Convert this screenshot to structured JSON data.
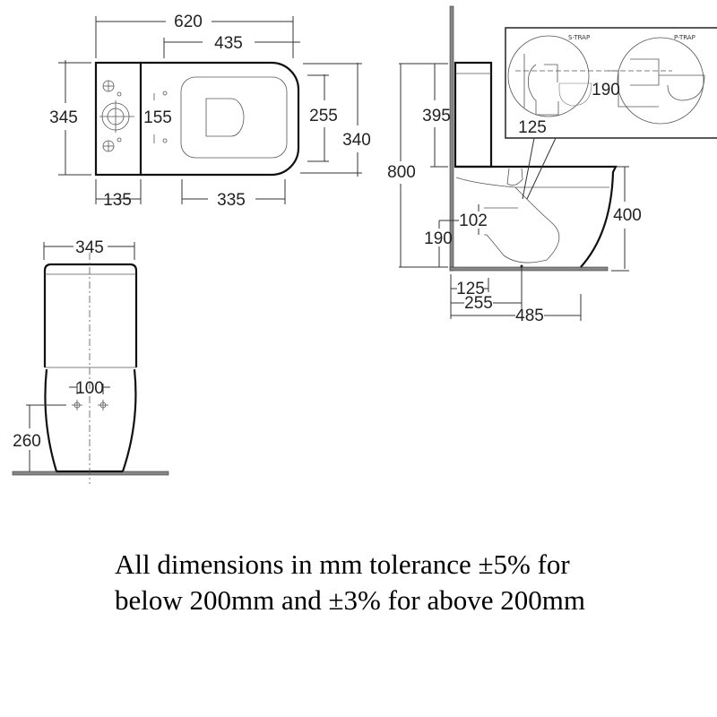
{
  "top_view": {
    "overall_length": "620",
    "bowl_length": "435",
    "tank_depth": "345",
    "fixing_spacing": "155",
    "seat_width": "255",
    "bowl_width": "340",
    "tank_length": "135",
    "seat_length": "335"
  },
  "side_view": {
    "tank_height": "395",
    "overall_height": "800",
    "bowl_height": "400",
    "outlet_offset": "102",
    "outlet_height": "190",
    "wall_to_outlet": "125",
    "wall_to_fixing": "255",
    "projection": "485"
  },
  "inset": {
    "s_trap_label": "S-TRAP",
    "p_trap_label": "P-TRAP",
    "p_trap_height": "190",
    "s_trap_offset": "125"
  },
  "front_view": {
    "width": "345",
    "fixing_spacing": "100",
    "fixing_height": "260"
  },
  "note": {
    "line1": "All dimensions in mm tolerance ±5% for",
    "line2": "below 200mm and ±3% for above 200mm"
  }
}
